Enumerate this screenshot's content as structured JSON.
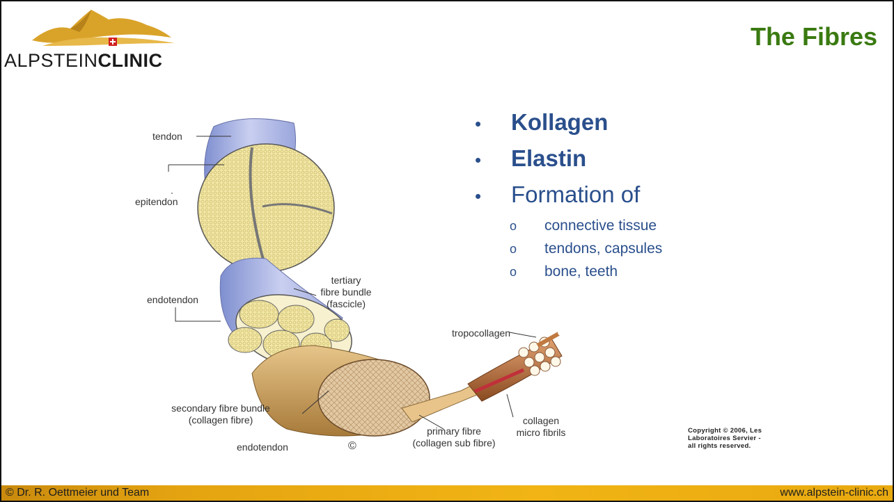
{
  "logo": {
    "brand_light": "ALPSTEIN",
    "brand_bold": "CLINIC",
    "colors": {
      "mountain": "#d9a32a",
      "cross": "#d02020"
    }
  },
  "title": "The Fibres",
  "bullets": [
    {
      "text": "Kollagen",
      "bold": true
    },
    {
      "text": "Elastin",
      "bold": true
    },
    {
      "text": "Formation of",
      "bold": false
    }
  ],
  "sub_bullets": [
    "connective tissue",
    "tendons, capsules",
    "bone, teeth"
  ],
  "diagram": {
    "labels": {
      "tendon": "tendon",
      "epitendon": "epitendon",
      "tertiary_1": "tertiary",
      "tertiary_2": "fibre bundle",
      "tertiary_3": "(fascicle)",
      "endotendon_top": "endotendon",
      "tropocollagen": "tropocollagen",
      "secondary_1": "secondary fibre bundle",
      "secondary_2": "(collagen fibre)",
      "endotendon_bottom": "endotendon",
      "primary_1": "primary fibre",
      "primary_2": "(collagen sub fibre)",
      "micro_1": "collagen",
      "micro_2": "micro fibrils",
      "signature": "©"
    }
  },
  "copyright": [
    "Copyright © 2006, Les",
    "Laboratoires Servier -",
    "all rights reserved."
  ],
  "footer": {
    "left": "© Dr. R. Oettmeier und Team",
    "right": "www.alpstein-clinic.ch"
  },
  "colors": {
    "title": "#3a7a11",
    "bullet_text": "#2a4f8c",
    "footer_bar": "#f1b414"
  }
}
